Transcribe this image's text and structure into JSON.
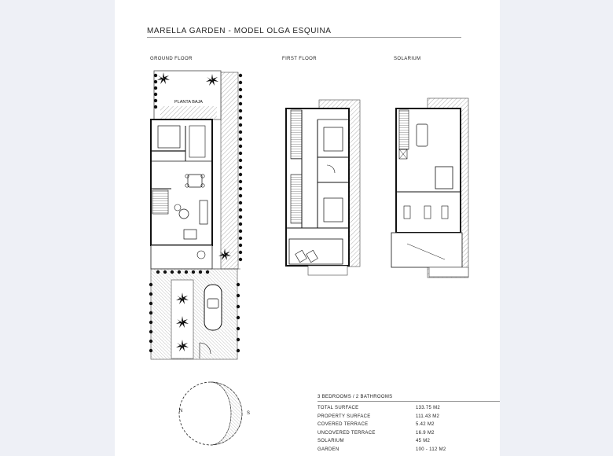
{
  "document": {
    "title": "MARELLA GARDEN - MODEL OLGA ESQUINA",
    "floors": [
      "GROUND FLOOR",
      "FIRST FLOOR",
      "SOLARIUM"
    ],
    "room_label": "PLANTA BAJA",
    "compass": {
      "n": "N",
      "s": "S"
    },
    "specs": {
      "header": "3 BEDROOMS / 2 BATHROOMS",
      "rows": [
        {
          "label": "TOTAL SURFACE",
          "value": "133.75 M2"
        },
        {
          "label": "PROPERTY SURFACE",
          "value": "111.43 M2"
        },
        {
          "label": "COVERED TERRACE",
          "value": "5.42 M2"
        },
        {
          "label": "UNCOVERED TERRACE",
          "value": "16.9 M2"
        },
        {
          "label": "SOLARIUM",
          "value": "45 M2"
        },
        {
          "label": "GARDEN",
          "value": "100 - 112 M2"
        }
      ]
    }
  }
}
